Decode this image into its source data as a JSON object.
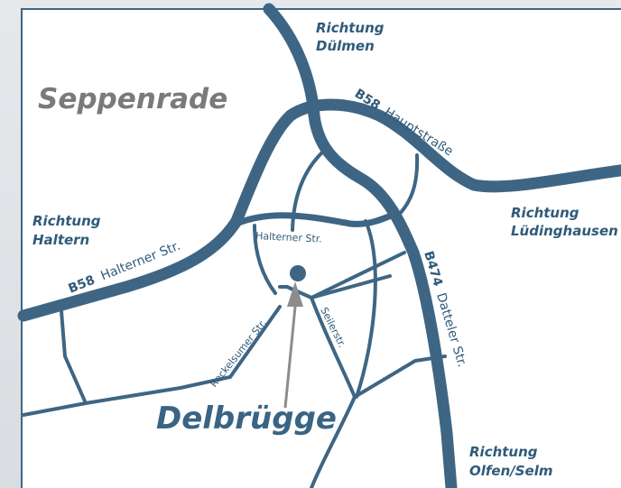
{
  "map": {
    "town_label": "Seppenrade",
    "target_label": "Delbrügge",
    "directions": {
      "duelmen_line1": "Richtung",
      "duelmen_line2": "Dülmen",
      "haltern_line1": "Richtung",
      "haltern_line2": "Haltern",
      "luedinghausen_line1": "Richtung",
      "luedinghausen_line2": "Lüdinghausen",
      "olfen_line1": "Richtung",
      "olfen_line2": "Olfen/Selm"
    },
    "roads": {
      "b58_west_number": "B58",
      "b58_west_name": "Halterner Str.",
      "b58_east_number": "B58",
      "b58_east_name": "Hauptstraße",
      "b474_number": "B474",
      "b474_name": "Datteler Str.",
      "halterner_local": "Halterner Str.",
      "reckelsumer": "Reckelsumer Str.",
      "seiler": "Seilerstr."
    },
    "colors": {
      "road": "#3e6684",
      "text": "#2f5b79",
      "town": "#7a7a7a",
      "pointer": "#8c8c8c"
    }
  }
}
